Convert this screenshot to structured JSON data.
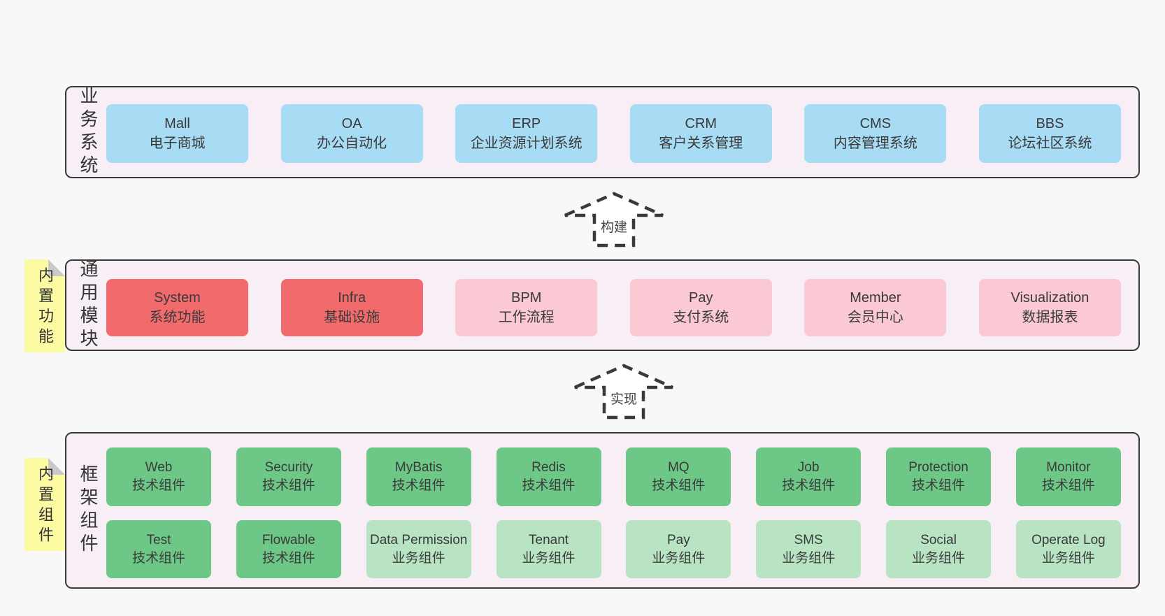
{
  "palette": {
    "page_background": "#f8f8f8",
    "panel_background": "#f8eef6",
    "panel_border": "#3a3a3a",
    "box_blue": "#a8dbf4",
    "box_red": "#f16b6d",
    "box_pink": "#fbc9d3",
    "box_green": "#6dc787",
    "box_light_green": "#b8e4c3",
    "note_yellow": "#fbfba3",
    "note_fold_gray": "#c9c9c9",
    "text": "#3a3a3a"
  },
  "arrows": [
    {
      "label": "构建"
    },
    {
      "label": "实现"
    }
  ],
  "panels": [
    {
      "label": "业务系统",
      "boxes": [
        {
          "title": "Mall",
          "subtitle": "电子商城"
        },
        {
          "title": "OA",
          "subtitle": "办公自动化"
        },
        {
          "title": "ERP",
          "subtitle": "企业资源计划系统"
        },
        {
          "title": "CRM",
          "subtitle": "客户关系管理"
        },
        {
          "title": "CMS",
          "subtitle": "内容管理系统"
        },
        {
          "title": "BBS",
          "subtitle": "论坛社区系统"
        }
      ]
    },
    {
      "label": "通用模块",
      "note": "内置功能",
      "boxes": [
        {
          "title": "System",
          "subtitle": "系统功能"
        },
        {
          "title": "Infra",
          "subtitle": "基础设施"
        },
        {
          "title": "BPM",
          "subtitle": "工作流程"
        },
        {
          "title": "Pay",
          "subtitle": "支付系统"
        },
        {
          "title": "Member",
          "subtitle": "会员中心"
        },
        {
          "title": "Visualization",
          "subtitle": "数据报表"
        }
      ]
    },
    {
      "label": "框架组件",
      "note": "内置组件",
      "rows": [
        [
          {
            "title": "Web",
            "subtitle": "技术组件"
          },
          {
            "title": "Security",
            "subtitle": "技术组件"
          },
          {
            "title": "MyBatis",
            "subtitle": "技术组件"
          },
          {
            "title": "Redis",
            "subtitle": "技术组件"
          },
          {
            "title": "MQ",
            "subtitle": "技术组件"
          },
          {
            "title": "Job",
            "subtitle": "技术组件"
          },
          {
            "title": "Protection",
            "subtitle": "技术组件"
          },
          {
            "title": "Monitor",
            "subtitle": "技术组件"
          }
        ],
        [
          {
            "title": "Test",
            "subtitle": "技术组件"
          },
          {
            "title": "Flowable",
            "subtitle": "技术组件"
          },
          {
            "title": "Data Permission",
            "subtitle": "业务组件"
          },
          {
            "title": "Tenant",
            "subtitle": "业务组件"
          },
          {
            "title": "Pay",
            "subtitle": "业务组件"
          },
          {
            "title": "SMS",
            "subtitle": "业务组件"
          },
          {
            "title": "Social",
            "subtitle": "业务组件"
          },
          {
            "title": "Operate Log",
            "subtitle": "业务组件"
          }
        ]
      ]
    }
  ]
}
